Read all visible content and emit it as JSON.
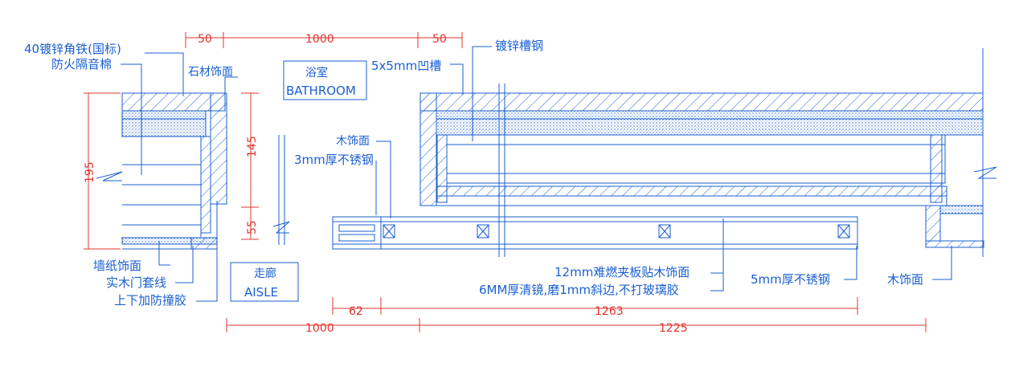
{
  "colors": {
    "line": "#1a5fd1",
    "dimension": "#e0342c",
    "leader": "#1a5fd1",
    "background": "#ffffff"
  },
  "labels": {
    "galvanized_angle": "40镀锌角铁(国标)",
    "fireproof_cotton": "防火隔音棉",
    "stone_finish": "石材饰面",
    "wallpaper_finish": "墙纸饰面",
    "solid_wood_trim": "实木门套线",
    "anti_collision": "上下加防撞胶",
    "bathroom_cn": "浴室",
    "bathroom_en": "BATHROOM",
    "aisle_cn": "走廊",
    "aisle_en": "AISLE",
    "groove": "5x5mm凹槽",
    "galvanized_channel": "镀锌槽钢",
    "wood_finish_top": "木饰面",
    "stainless_3mm": "3mm厚不锈钢",
    "plywood_12mm": "12mm难燃夹板贴木饰面",
    "mirror_6mm": "6MM厚清镜,磨1mm斜边,不打玻璃胶",
    "stainless_5mm": "5mm厚不锈钢",
    "wood_finish_right": "木饰面"
  },
  "dimensions": {
    "top_50_left": "50",
    "top_1000": "1000",
    "top_50_right": "50",
    "left_195": "195",
    "mid_145": "145",
    "mid_55": "55",
    "bottom_62": "62",
    "bottom_1263": "1263",
    "bottom_1000": "1000",
    "bottom_1225": "1225"
  }
}
